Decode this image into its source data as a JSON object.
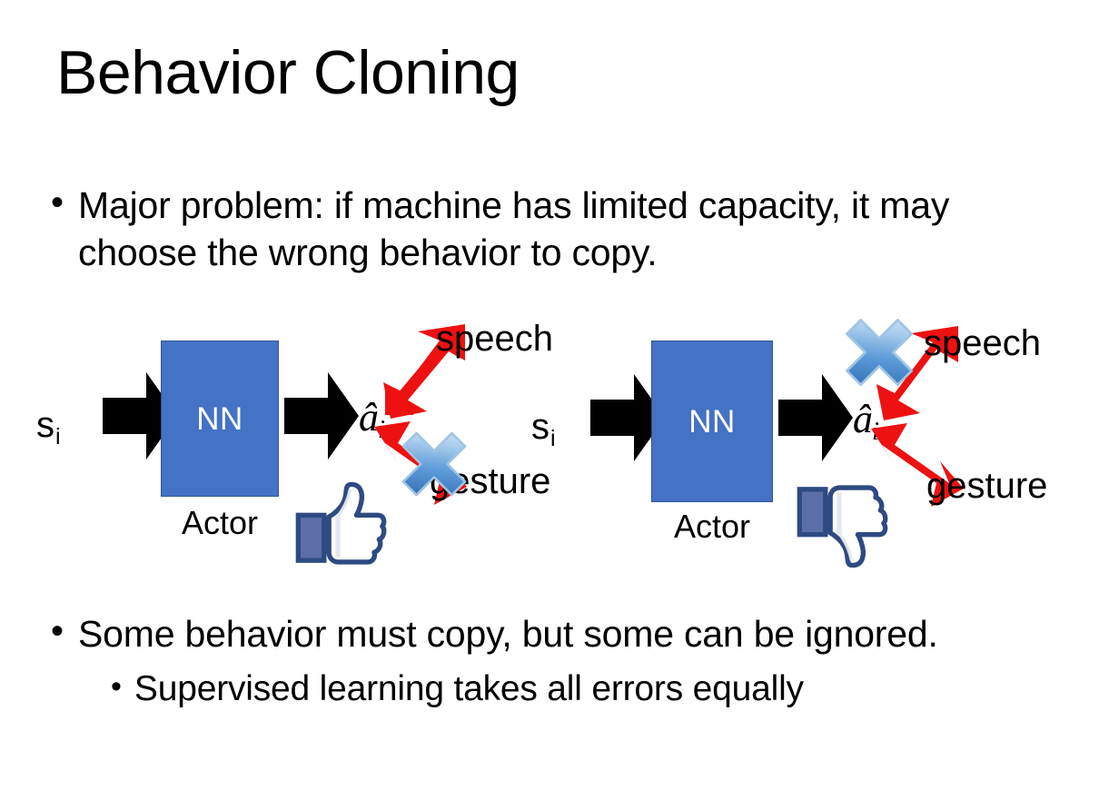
{
  "slide": {
    "title": "Behavior Cloning",
    "background_color": "#FFFFFF",
    "text_color": "#000000"
  },
  "bullets": [
    {
      "marker": "•",
      "level": 1,
      "text": "Major problem: if machine has limited capacity, it may choose the wrong behavior to copy."
    },
    {
      "marker": "•",
      "level": 1,
      "text": "Some behavior must copy, but some can be ignored."
    },
    {
      "marker": "•",
      "level": 2,
      "text": "Supervised learning takes all errors equally"
    }
  ],
  "colors": {
    "nn_box_fill": "#4472C4",
    "nn_box_border": "#2F5597",
    "arrow_black": "#000000",
    "arrow_red": "#EE1111",
    "cross_blue_light": "#BBD5F0",
    "cross_blue_mid": "#4E93D9",
    "cross_blue_dark": "#2E6CB0",
    "thumb_outline": "#3B5998",
    "thumb_fill": "#FFFFFF",
    "thumb_cuff": "#5B6EA8"
  },
  "diagrams": [
    {
      "id": "left",
      "state_label": "s",
      "state_subscript": "i",
      "nn_label": "NN",
      "actor_label": "Actor",
      "action_label": "â",
      "action_subscript": "i",
      "branches": [
        {
          "name": "speech",
          "label": "speech",
          "direction": "up-right",
          "crossed_out": false
        },
        {
          "name": "gesture",
          "label": "gesture",
          "direction": "down-right",
          "crossed_out": true
        }
      ],
      "verdict_icon": "thumbs-up-icon",
      "verdict": "approved"
    },
    {
      "id": "right",
      "state_label": "s",
      "state_subscript": "i",
      "nn_label": "NN",
      "actor_label": "Actor",
      "action_label": "â",
      "action_subscript": "i",
      "branches": [
        {
          "name": "speech",
          "label": "speech",
          "direction": "up-right",
          "crossed_out": true
        },
        {
          "name": "gesture",
          "label": "gesture",
          "direction": "down-right",
          "crossed_out": false
        }
      ],
      "verdict_icon": "thumbs-down-icon",
      "verdict": "rejected"
    }
  ]
}
